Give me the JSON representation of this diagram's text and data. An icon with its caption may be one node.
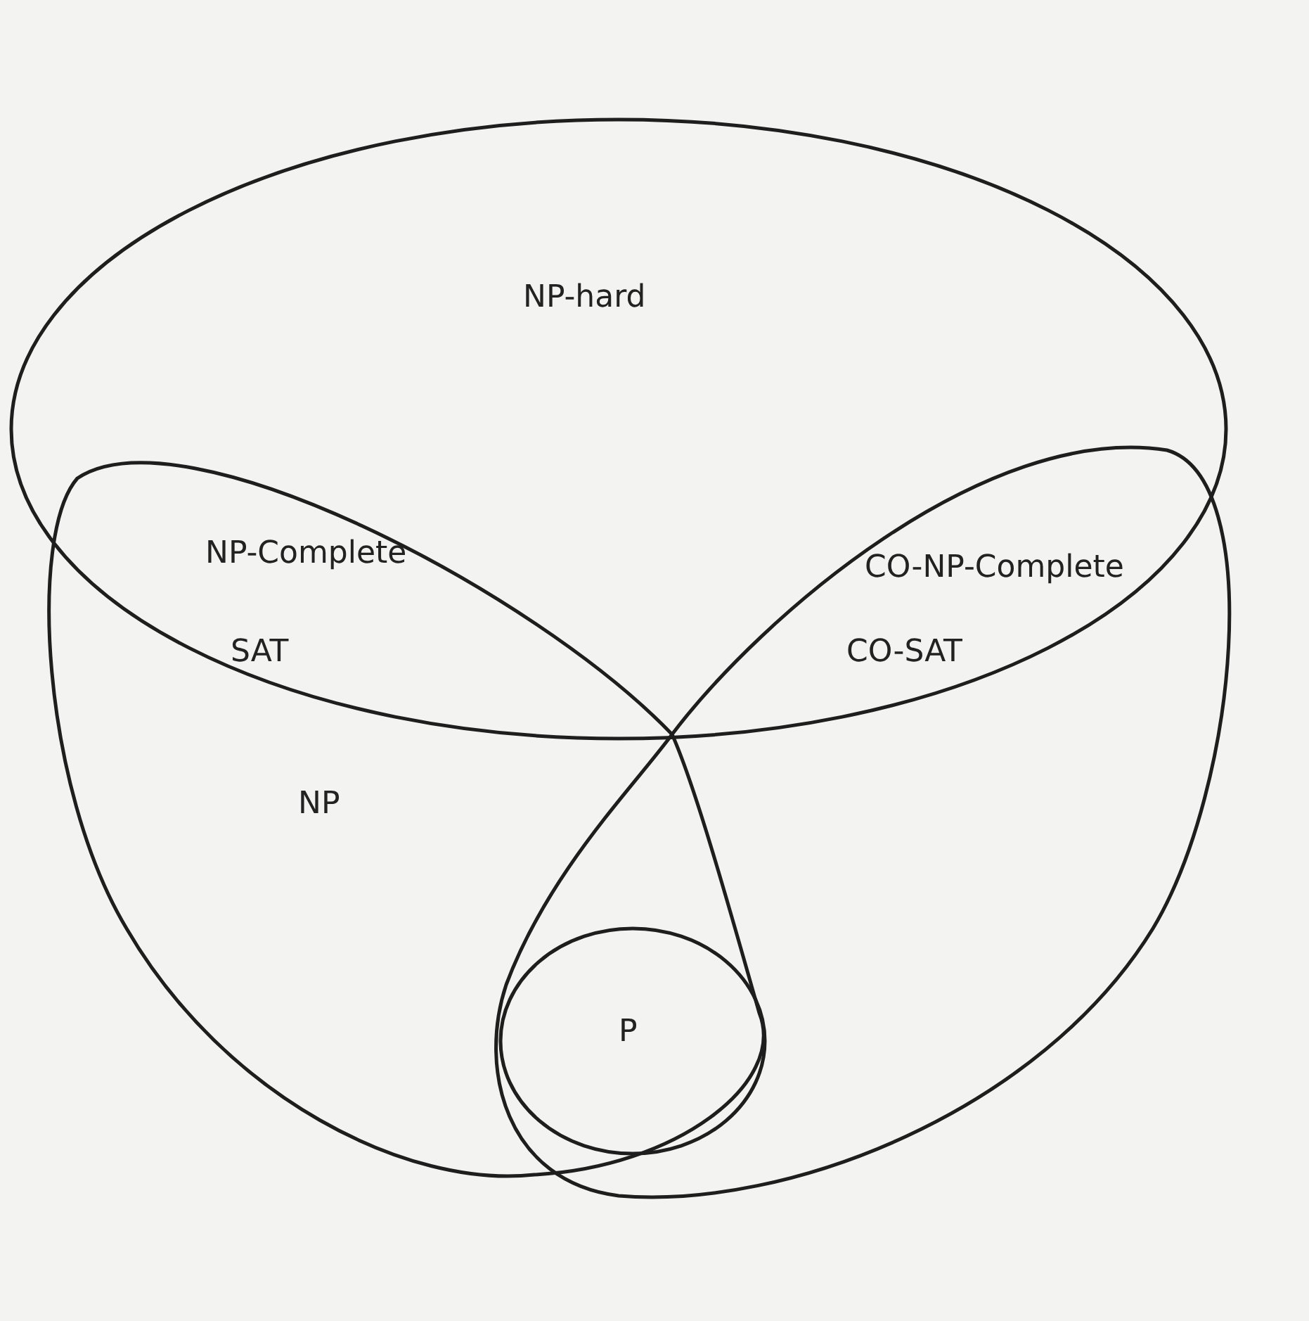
{
  "diagram": {
    "nodes": [
      {
        "text": [
          "NP-hard"
        ]
      },
      {
        "text": [
          "NP"
        ]
      },
      {
        "text": [],
        "shape": "teardrop"
      },
      {
        "text": [
          "P"
        ]
      }
    ],
    "edges": [],
    "labels": [
      "NP-Complete",
      "SAT",
      "CO-NP-Complete",
      "CO-SAT"
    ]
  }
}
